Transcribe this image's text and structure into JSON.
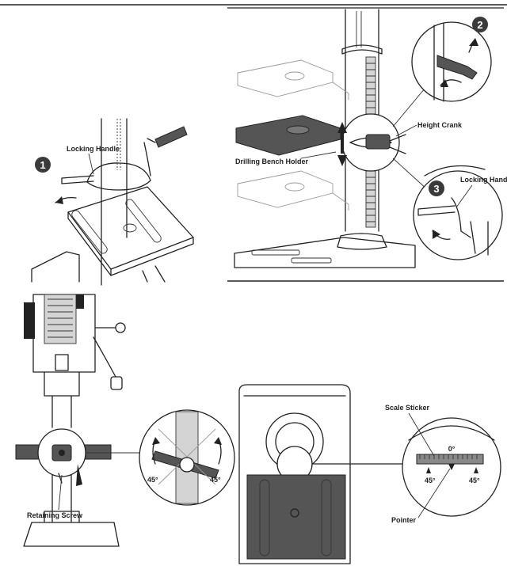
{
  "step_badges": [
    "1",
    "2",
    "3"
  ],
  "labels": {
    "locking_handle_1": "Locking Handle",
    "height_crank": "Height Crank",
    "drilling_bench_holder": "Drilling Bench Holder",
    "locking_handle_3": "Locking Handle",
    "retaining_screw": "Retaining Screw",
    "scale_sticker": "Scale Sticker",
    "zero_degree": "0°",
    "pointer": "Pointer",
    "tilt_left": "45°",
    "tilt_right": "45°",
    "scale_left": "45°",
    "scale_right": "45°"
  },
  "colors": {
    "ink": "#222222",
    "badge": "#3a3a3a",
    "paper": "#ffffff"
  }
}
